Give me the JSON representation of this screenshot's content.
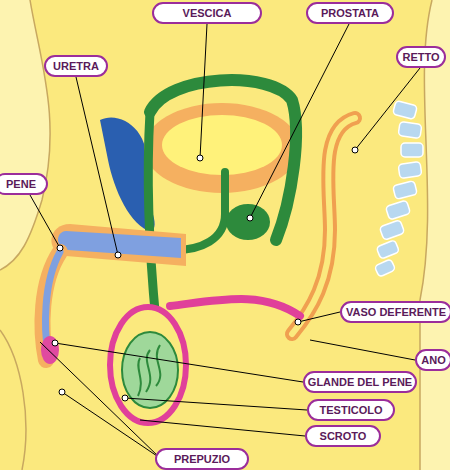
{
  "diagram": {
    "nodes": [
      {
        "text": [
          "VESCICA"
        ]
      },
      {
        "text": [
          "PROSTATA"
        ]
      },
      {
        "text": [
          "RETTO"
        ]
      },
      {
        "text": [
          "URETRA"
        ]
      },
      {
        "text": [
          "PENE"
        ]
      },
      {
        "text": [
          "VASO DEFERENTE"
        ]
      },
      {
        "text": [
          "ANO"
        ]
      },
      {
        "text": [
          "GLANDE DEL PENE"
        ]
      },
      {
        "text": [
          "TESTICOLO"
        ]
      },
      {
        "text": [
          "SCROTO"
        ]
      },
      {
        "text": [
          "PREPUZIO"
        ]
      }
    ]
  }
}
